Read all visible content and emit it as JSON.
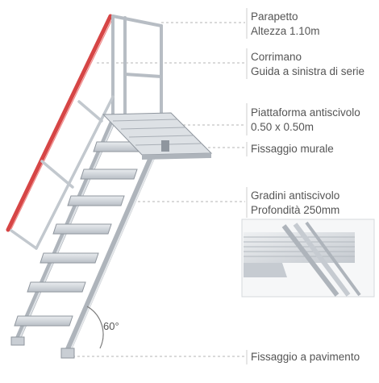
{
  "labels": {
    "parapetto": {
      "line1": "Parapetto",
      "line2": "Altezza 1.10m"
    },
    "corrimano": {
      "line1": "Corrimano",
      "line2": "Guida a sinistra di serie"
    },
    "piattaforma": {
      "line1": "Piattaforma antiscivolo",
      "line2": "0.50 x 0.50m"
    },
    "fissaggio_murale": "Fissaggio murale",
    "gradini": {
      "line1": "Gradini antiscivolo",
      "line2": "Profondità 250mm"
    },
    "fissaggio_pavimento": "Fissaggio a pavimento",
    "angle": "60°"
  },
  "colors": {
    "handrail_red": "#d64545",
    "aluminium": "#c9ced4",
    "aluminium_dark": "#8f969e",
    "leader_line": "#b5b5b5",
    "text": "#555555"
  }
}
